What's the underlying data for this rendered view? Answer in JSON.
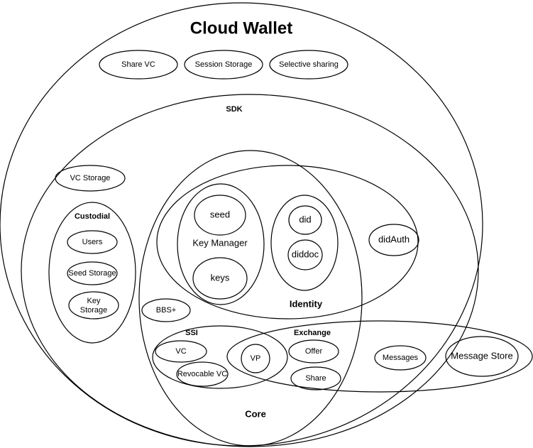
{
  "title": "Cloud Wallet",
  "top_items": [
    "Share VC",
    "Session Storage",
    "Selective sharing"
  ],
  "groups": {
    "sdk": "SDK",
    "core": "Core",
    "identity": "Identity",
    "custodial": "Custodial",
    "key_manager": "Key Manager",
    "ssi": "SSI",
    "exchange": "Exchange"
  },
  "items": {
    "vc_storage": "VC Storage",
    "users": "Users",
    "seed_storage": "Seed Storage",
    "key_storage_line1": "Key",
    "key_storage_line2": "Storage",
    "seed": "seed",
    "keys": "keys",
    "did": "did",
    "diddoc": "diddoc",
    "didauth": "didAuth",
    "bbs": "BBS+",
    "vc": "VC",
    "revocable_vc": "Revocable VC",
    "vp": "VP",
    "offer": "Offer",
    "share": "Share",
    "messages": "Messages",
    "message_store": "Message Store"
  }
}
